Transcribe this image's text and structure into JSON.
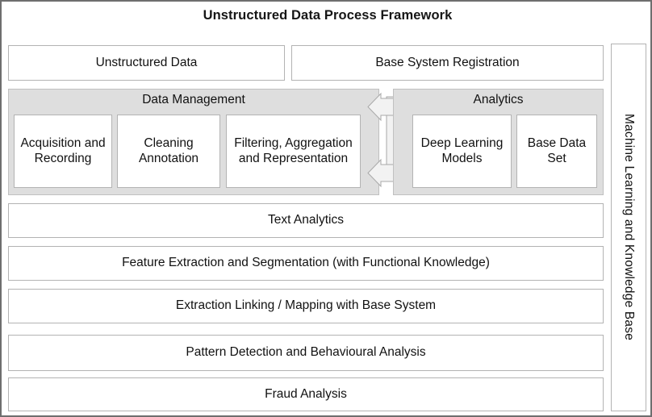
{
  "diagram": {
    "title": "Unstructured Data Process Framework",
    "top_row": [
      {
        "id": "unstructured-data",
        "label": "Unstructured Data"
      },
      {
        "id": "base-system-reg",
        "label": "Base System Registration"
      }
    ],
    "groups": [
      {
        "id": "data-management",
        "title": "Data Management",
        "items": [
          {
            "id": "acquisition-recording",
            "label": "Acquisition and Recording"
          },
          {
            "id": "cleaning-annotation",
            "label": "Cleaning Annotation"
          },
          {
            "id": "filtering-aggregation",
            "label": "Filtering, Aggregation and Representation"
          }
        ]
      },
      {
        "id": "analytics",
        "title": "Analytics",
        "items": [
          {
            "id": "deep-learning-models",
            "label": "Deep Learning Models"
          },
          {
            "id": "base-data-set",
            "label": "Base Data Set"
          }
        ]
      }
    ],
    "connector": {
      "name": "double-left-arrow-bracket",
      "direction": "left",
      "arrow_count": 2
    },
    "process_rows": [
      {
        "id": "text-analytics",
        "label": "Text Analytics"
      },
      {
        "id": "feature-extraction",
        "label": "Feature Extraction and Segmentation (with Functional Knowledge)"
      },
      {
        "id": "extraction-linking",
        "label": "Extraction Linking / Mapping with Base System"
      },
      {
        "id": "pattern-detection",
        "label": "Pattern Detection and Behavioural Analysis"
      },
      {
        "id": "fraud-analysis",
        "label": "Fraud Analysis"
      }
    ],
    "side_panel": {
      "id": "ml-knowledge-base",
      "label": "Machine Learning and Knowledge Base",
      "orientation": "vertical"
    },
    "colors": {
      "frame_border": "#6e6e6e",
      "card_border": "#b3b3b3",
      "group_fill": "#dedede",
      "group_border": "#c0c0c0",
      "text": "#111111",
      "background": "#ffffff"
    }
  }
}
